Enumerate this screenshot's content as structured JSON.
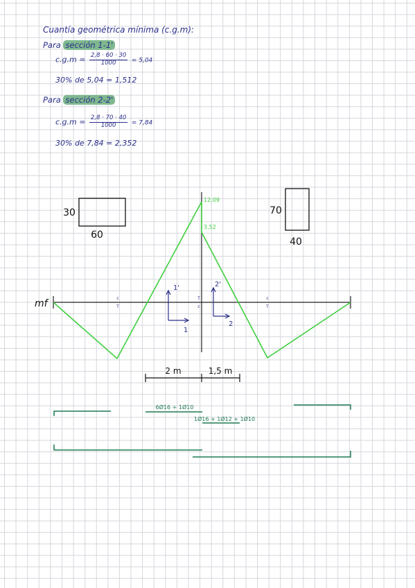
{
  "notes": {
    "title": "Cuantía geométrica mínima (c.g.m):",
    "s1_intro": "Para",
    "s1_label": "sección 1-1'",
    "s1_formula_lhs": "c.g.m =",
    "s1_num": "2,8 · 60 · 30",
    "s1_den": "1000",
    "s1_result": "= 5,04",
    "s1_pct": "30% de 5,04 = 1,512",
    "s2_intro": "Para",
    "s2_label": "sección 2-2'",
    "s2_formula_lhs": "c.g.m =",
    "s2_num": "2,8 · 70 · 40",
    "s2_den": "1000",
    "s2_result": "= 7,84",
    "s2_pct": "30% de 7,84 = 2,352"
  },
  "diagram": {
    "rect1_h": "30",
    "rect1_w": "60",
    "rect2_h": "70",
    "rect2_w": "40",
    "moment_label": "mf",
    "peak_left_value": "12,09",
    "peak_right_value": "3,52",
    "c": "c",
    "t": "T",
    "section1_top": "1'",
    "section1_bottom": "1",
    "section2_top": "2'",
    "section2_bottom": "2",
    "dim_left": "2 m",
    "dim_right": "1,5 m",
    "rebar_top": "6Ø16 + 1Ø10",
    "rebar_bottom": "1Ø16 + 1Ø12 + 1Ø10"
  },
  "colors": {
    "ink_blue": "#2b2f8a",
    "highlight_green": "#7fb88f",
    "moment_green": "#3fcf3f",
    "rebar_green": "#1f7a52"
  }
}
